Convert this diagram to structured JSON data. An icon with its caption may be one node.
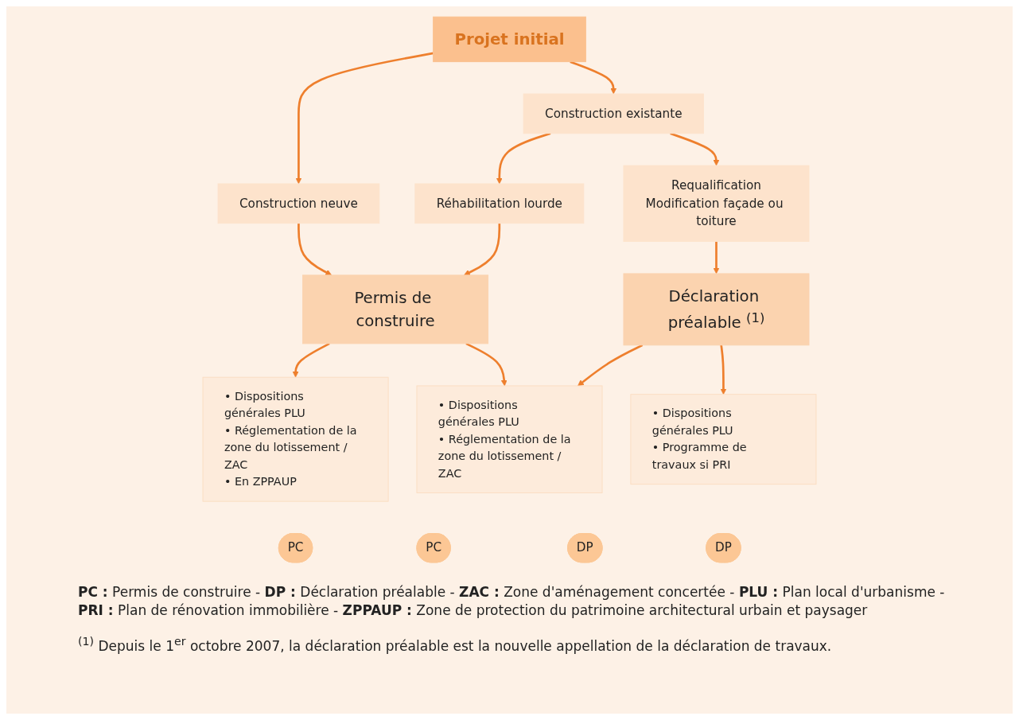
{
  "diagram": {
    "nodes": [
      {
        "text": [
          "Projet initial"
        ]
      },
      {
        "text": [
          "Construction neuve"
        ]
      },
      {
        "text": [
          "Construction existante"
        ]
      },
      {
        "text": [
          "Réhabilitation lourde"
        ]
      },
      {
        "text": [
          "Requalification",
          "Modification façade ou toiture"
        ]
      },
      {
        "text": [
          "Permis de construire"
        ]
      },
      {
        "text": [
          "Déclaration préalable $^{(1)}$"
        ]
      },
      {
        "text": [
          "• Dispositions générales PLU",
          "• Réglementation de la zone du lotissement / ZAC",
          "• En ZPPAUP"
        ]
      },
      {
        "text": [
          "PC"
        ]
      },
      {
        "text": [
          "• Dispositions générales PLU",
          "• Réglementation de la zone du lotissement / ZAC"
        ]
      },
      {
        "text": [
          "PC"
        ]
      },
      {
        "text": [
          "DP"
        ]
      },
      {
        "text": [
          "• Dispositions générales PLU",
          "• Programme de travaux si PRI"
        ]
      },
      {
        "text": [
          "DP"
        ]
      }
    ],
    "edges": [
      {
        "from": 0,
        "to": 1,
        "arrow": "to"
      },
      {
        "from": 0,
        "to": 2,
        "arrow": "to"
      },
      {
        "from": 2,
        "to": 3,
        "arrow": "to"
      },
      {
        "from": 2,
        "to": 4,
        "arrow": "to"
      },
      {
        "from": 1,
        "to": 5,
        "arrow": "to"
      },
      {
        "from": 3,
        "to": 5,
        "arrow": "to"
      },
      {
        "from": 4,
        "to": 6,
        "arrow": "to"
      },
      {
        "from": 5,
        "to": 7,
        "arrow": "to"
      },
      {
        "from": 5,
        "to": 9,
        "arrow": "to"
      },
      {
        "from": 6,
        "to": 9,
        "arrow": "to"
      },
      {
        "from": 6,
        "to": 12,
        "arrow": "to"
      }
    ],
    "labels": [
      "**PC :** Permis de construire - **DP :** Déclaration préalable - **ZAC :** Zone d'aménagement concertée - **PLU :** Plan local d'urbanisme - **PRI :** Plan de rénovation immobilière - **ZPPAUP :** Zone de protection du patrimoine architectural urbain et paysager",
      "$^{(1)}$ Depuis le 1$^{er}$ octobre 2007, la déclaration préalable est la nouvelle appellation de la déclaration de travaux."
    ]
  }
}
